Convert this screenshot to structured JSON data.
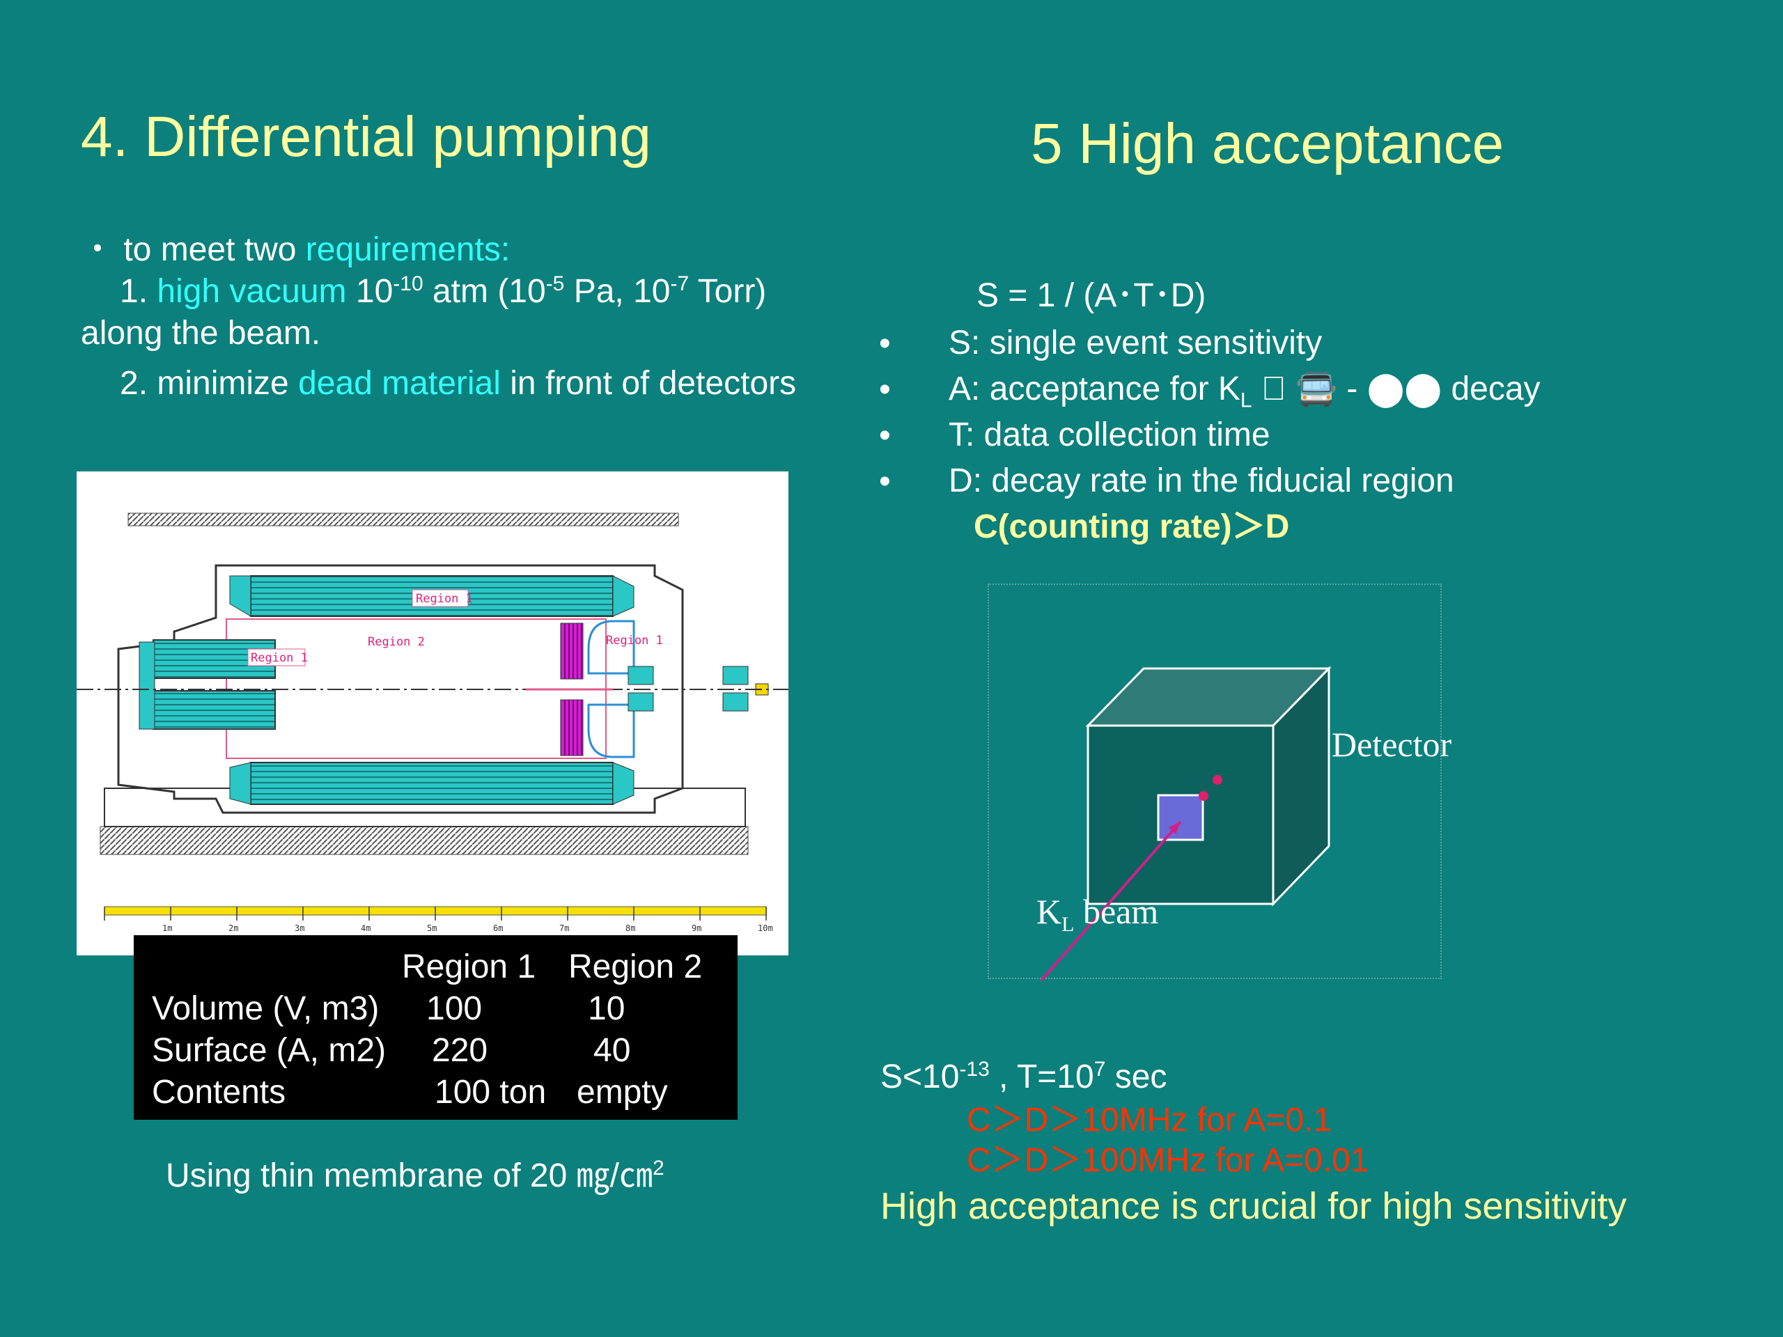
{
  "left": {
    "title": "4. Differential pumping",
    "req_line": "・ to meet two ",
    "req_word": "requirements:",
    "item1_prefix": "1. ",
    "item1_hl": "high vacuum",
    "item1_a": " 10",
    "item1_e1": "-10",
    "item1_b": " atm (10",
    "item1_e2": "-5",
    "item1_c": " Pa, 10",
    "item1_e3": "-7",
    "item1_d": " Torr)",
    "item1_cont": "along the beam.",
    "item2_prefix": "2. minimize ",
    "item2_hl": "dead material",
    "item2_suffix": " in front of detectors",
    "drawing": {
      "labels": {
        "r1_top": "Region 1",
        "r2": "Region 2",
        "r1_right": "Region 1",
        "r1_left": "Region 1"
      },
      "scale": [
        "1m",
        "2m",
        "3m",
        "4m",
        "5m",
        "6m",
        "7m",
        "8m",
        "9m",
        "10m"
      ]
    },
    "table": {
      "headers": [
        "Region 1",
        "Region 2"
      ],
      "rows": [
        {
          "label": "Volume (V, m3)",
          "r1": "100",
          "r2": "10"
        },
        {
          "label": "Surface (A, m2)",
          "r1": "220",
          "r2": "40"
        },
        {
          "label": "Contents",
          "r1": "100 ton",
          "r2": "empty"
        }
      ]
    },
    "membrane": "Using thin membrane of 20 ",
    "membrane_unit": "㎎/㎝",
    "membrane_exp": "2"
  },
  "right": {
    "title": "5  High acceptance",
    "formula": "S = 1 / (A･T･D)",
    "bullets": {
      "s": "S: single event sensitivity",
      "a_pre": "A: acceptance for K",
      "a_sub": "L",
      "a_post": " \u0000 🚍 - ⬤⬤ decay",
      "t": "T: data collection time",
      "d": "D: decay rate in the fiducial region"
    },
    "counting": "C(counting rate)＞D",
    "diagram": {
      "detector": "Detector",
      "beam_k": "K",
      "beam_sub": "L",
      "beam_word": " beam"
    },
    "s_line_a": "S<10",
    "s_exp": "-13",
    "s_line_b": " , T=10",
    "t_exp": "7",
    "s_line_c": " sec",
    "red1": "C＞D＞10MHz   for A=0.1",
    "red2": "C＞D＞100MHz for A=0.01",
    "conclusion": "High acceptance is crucial for high sensitivity"
  },
  "colors": {
    "background": "#0b807c",
    "title": "#ffffa0",
    "highlight": "#33ffff",
    "warning": "#ff3300"
  }
}
